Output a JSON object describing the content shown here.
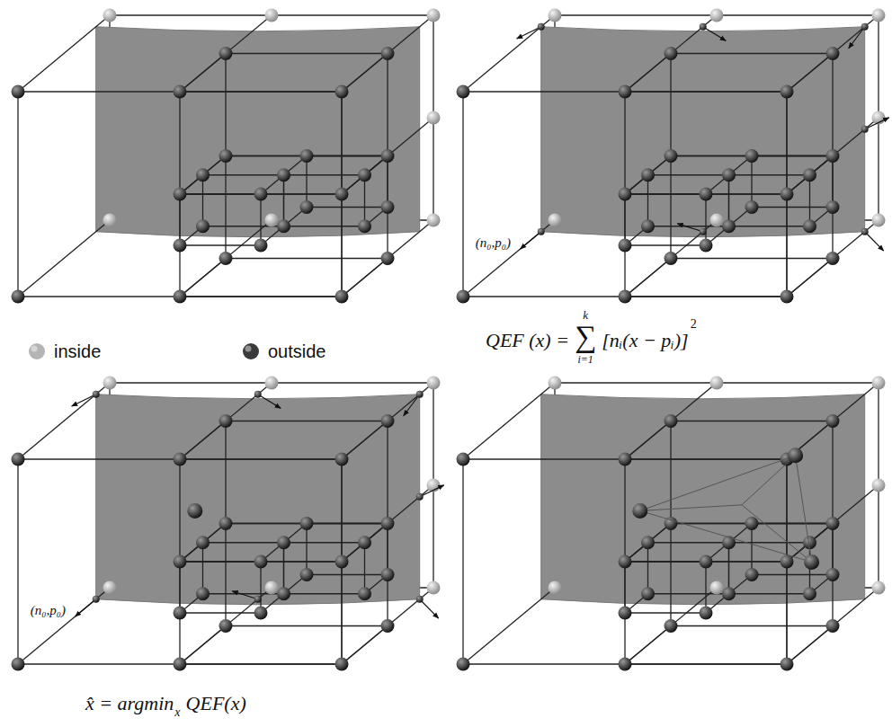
{
  "diagram": {
    "labels": [
      "(n₀,p₀)",
      "QEF (x) =",
      "∑",
      "k",
      "i=1",
      "[nᵢ(x − pᵢ)]",
      "2",
      "(n₀,p₀)",
      "x̂ = argmin",
      "x",
      "QEF(x)"
    ],
    "legend": [
      {
        "text": "inside",
        "color": "#b4b4b4"
      },
      {
        "text": "outside",
        "color": "#3a3a3a"
      }
    ]
  }
}
